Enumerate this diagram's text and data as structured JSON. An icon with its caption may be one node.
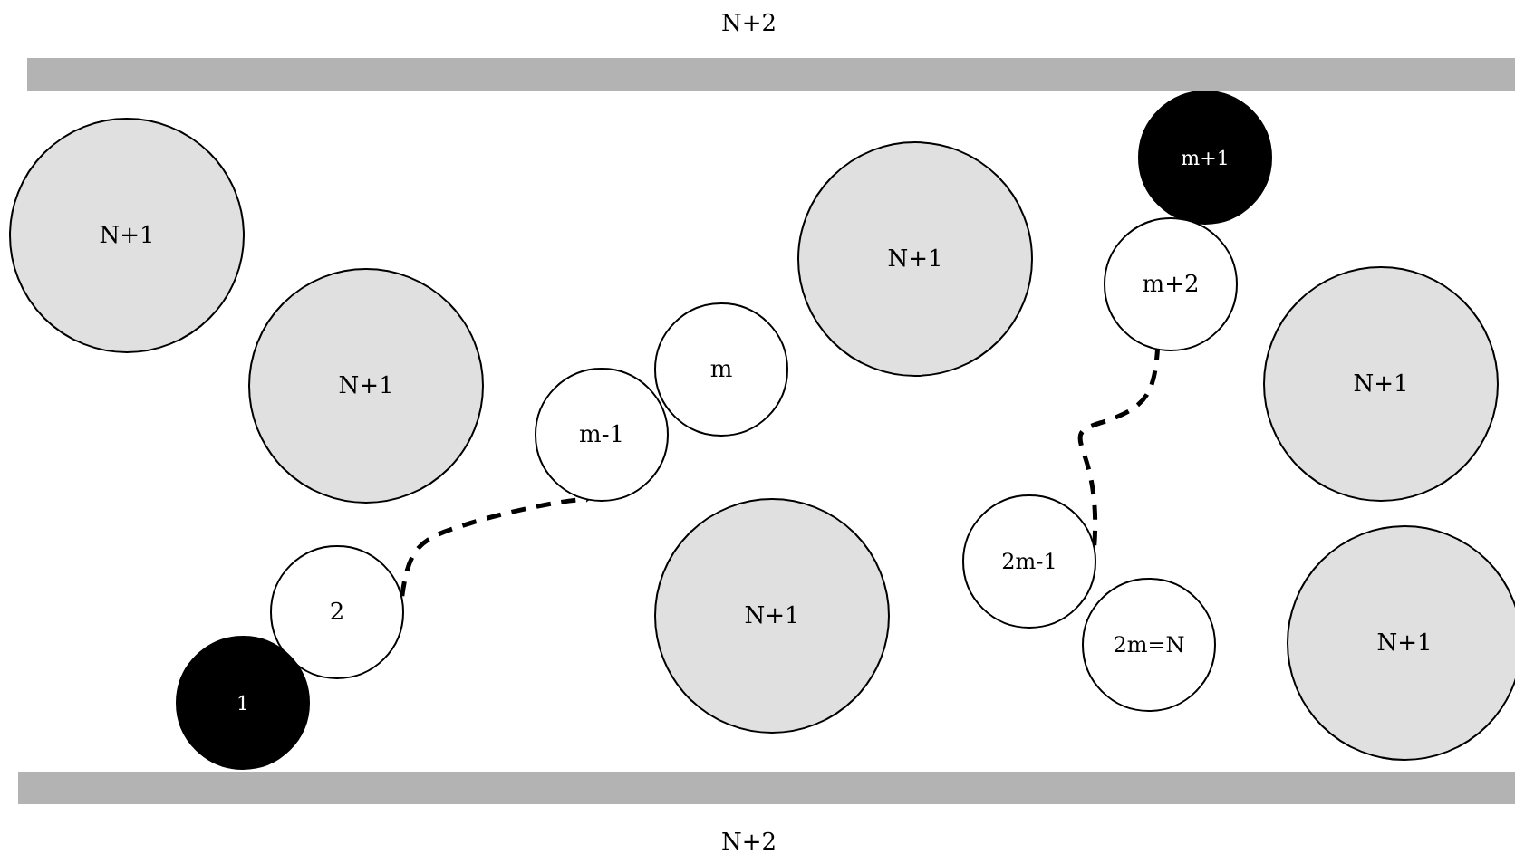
{
  "diagram": {
    "nodes": [
      {
        "text": [
          "N+2"
        ]
      },
      {
        "text": [
          "N+1"
        ]
      },
      {
        "text": [
          "m+1"
        ]
      },
      {
        "text": [
          "N+1"
        ]
      },
      {
        "text": [
          "m+2"
        ]
      },
      {
        "text": [
          "N+1"
        ]
      },
      {
        "text": [
          "m"
        ]
      },
      {
        "text": [
          "m-1"
        ]
      },
      {
        "text": [
          "N+1"
        ]
      },
      {
        "text": [
          "2m-1"
        ]
      },
      {
        "text": [
          "N+1"
        ]
      },
      {
        "text": [
          "2"
        ]
      },
      {
        "text": [
          "2m=N"
        ]
      },
      {
        "text": [
          "N+1"
        ]
      },
      {
        "text": [
          "1"
        ]
      },
      {
        "text": [
          "N+2"
        ]
      }
    ],
    "edges": [
      {
        "from": 11,
        "to": 7,
        "arrow": "none",
        "style": "dashed"
      },
      {
        "from": 9,
        "to": 4,
        "arrow": "none",
        "style": "dashed"
      }
    ]
  }
}
